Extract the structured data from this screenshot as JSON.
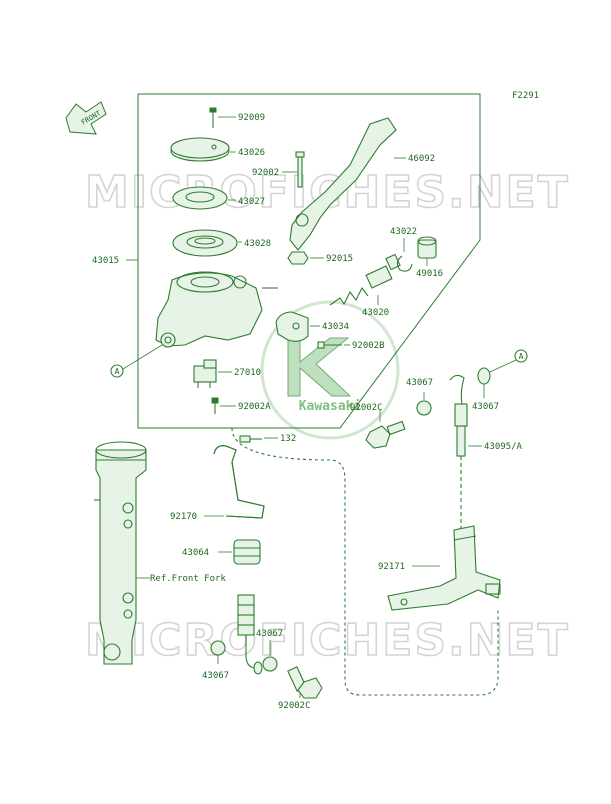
{
  "diagram_code": "F2291",
  "watermark": "MICROFICHES.NET",
  "brand_logo_text": "Kawasaki",
  "front_arrow_label": "FRONT",
  "ref_marker": "A",
  "labels": {
    "p92009": "92009",
    "p43026": "43026",
    "p43027": "43027",
    "p43028": "43028",
    "p92002": "92002",
    "p46092": "46092",
    "p43015": "43015",
    "p43022": "43022",
    "p49016": "49016",
    "p92015": "92015",
    "p43020": "43020",
    "p43034": "43034",
    "p92002B": "92002B",
    "p27010": "27010",
    "p92002A": "92002A",
    "p92002C_top": "92002C",
    "p43067_left": "43067",
    "p43067_right": "43067",
    "p43095A": "43095/A",
    "p132": "132",
    "p92170": "92170",
    "p43064": "43064",
    "ref_front_fork": "Ref.Front Fork",
    "p43067_bottom": "43067",
    "p43067_bottom_left": "43067",
    "p92002C_bottom": "92002C",
    "p92171": "92171"
  }
}
